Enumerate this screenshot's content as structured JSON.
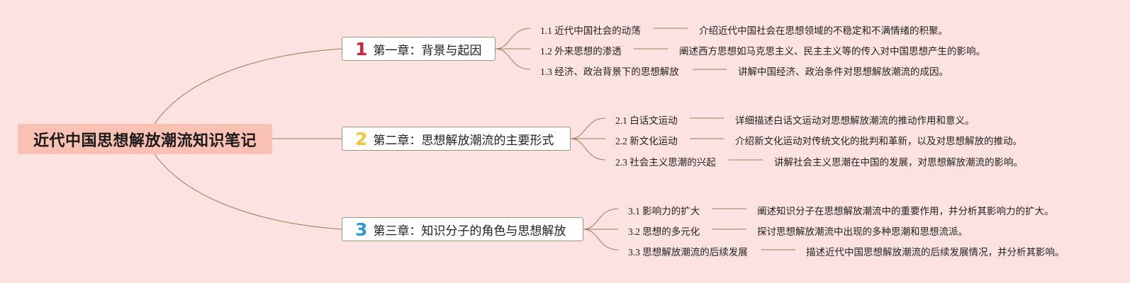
{
  "colors": {
    "background": "#fde2e2",
    "root_fill": "#f9c0b4",
    "line": "#8a8250",
    "chapter_num": [
      "#d81e3c",
      "#f2c43a",
      "#2a9ad8"
    ]
  },
  "root": {
    "title": "近代中国思想解放潮流知识笔记"
  },
  "chapters": [
    {
      "num": "1",
      "title": "第一章：背景与起因",
      "items": [
        {
          "label": "1.1 近代中国社会的动荡",
          "desc": "介绍近代中国社会在思想领域的不稳定和不满情绪的积聚。"
        },
        {
          "label": "1.2 外来思想的渗透",
          "desc": "阐述西方思想如马克思主义、民主主义等的传入对中国思想产生的影响。"
        },
        {
          "label": "1.3 经济、政治背景下的思想解放",
          "desc": "讲解中国经济、政治条件对思想解放潮流的成因。"
        }
      ]
    },
    {
      "num": "2",
      "title": "第二章：思想解放潮流的主要形式",
      "items": [
        {
          "label": "2.1 白话文运动",
          "desc": "详细描述白话文运动对思想解放潮流的推动作用和意义。"
        },
        {
          "label": "2.2 新文化运动",
          "desc": "介绍新文化运动对传统文化的批判和革新，以及对思想解放的推动。"
        },
        {
          "label": "2.3 社会主义思潮的兴起",
          "desc": "讲解社会主义思潮在中国的发展，对思想解放潮流的影响。"
        }
      ]
    },
    {
      "num": "3",
      "title": "第三章：知识分子的角色与思想解放",
      "items": [
        {
          "label": "3.1 影响力的扩大",
          "desc": "阐述知识分子在思想解放潮流中的重要作用，并分析其影响力的扩大。"
        },
        {
          "label": "3.2 思想的多元化",
          "desc": "探讨思想解放潮流中出现的多种思潮和思想流派。"
        },
        {
          "label": "3.3 思想解放潮流的后续发展",
          "desc": "描述近代中国思想解放潮流的后续发展情况，并分析其影响。"
        }
      ]
    }
  ]
}
